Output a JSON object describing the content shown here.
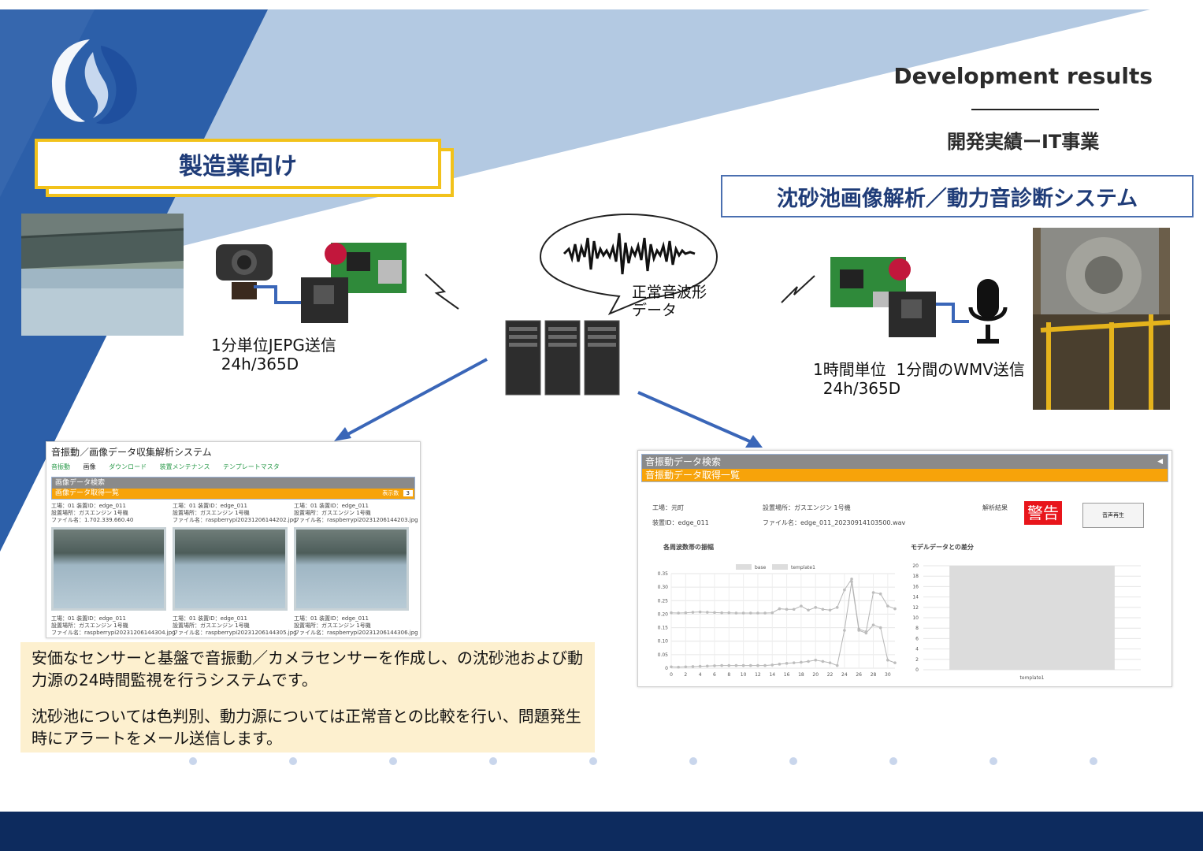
{
  "header": {
    "title_en": "Development results",
    "title_jp": "開発実績ーIT事業"
  },
  "manufacturing_label": "製造業向け",
  "system_title": "沈砂池画像解析／動力音診断システム",
  "left_caption": "1分単位JEPG送信\n  24h/365D",
  "right_caption": "1時間単位  1分間のWMV送信\n  24h/365D",
  "bubble_text": "正常音波形\nデータ",
  "app_left": {
    "title": "音振動／画像データ収集解析システム",
    "nav": [
      "音振動",
      "画像",
      "ダウンロード",
      "装置メンテナンス",
      "テンプレートマスタ"
    ],
    "search_bar": "画像データ検索",
    "list_bar": "画像データ取得一覧",
    "display_count_label": "表示数",
    "display_count_value": "3",
    "cards_top": [
      {
        "l1": "工場：01    装置ID：edge_011",
        "l2": "設置場所：ガスエンジン  1号機",
        "l3": "ファイル名：1.702.339.660.40"
      },
      {
        "l1": "工場：01    装置ID：edge_011",
        "l2": "設置場所：ガスエンジン  1号機",
        "l3": "ファイル名：raspberrypi20231206144202.jpg"
      },
      {
        "l1": "工場：01    装置ID：edge_011",
        "l2": "設置場所：ガスエンジン  1号機",
        "l3": "ファイル名：raspberrypi20231206144203.jpg"
      }
    ],
    "cards_bottom": [
      {
        "l1": "工場：01    装置ID：edge_011",
        "l2": "設置場所：ガスエンジン  1号機",
        "l3": "ファイル名：raspberrypi20231206144304.jpg"
      },
      {
        "l1": "工場：01    装置ID：edge_011",
        "l2": "設置場所：ガスエンジン  1号機",
        "l3": "ファイル名：raspberrypi20231206144305.jpg"
      },
      {
        "l1": "工場：01    装置ID：edge_011",
        "l2": "設置場所：ガスエンジン  1号機",
        "l3": "ファイル名：raspberrypi20231206144306.jpg"
      }
    ]
  },
  "app_right": {
    "search_bar": "音振動データ検索",
    "list_bar": "音振動データ取得一覧",
    "factory": "工場：元町",
    "device": "装置ID：edge_011",
    "location": "設置場所：ガスエンジン  1号機",
    "file": "ファイル名：edge_011_20230914103500.wav",
    "result_label": "解析結果",
    "warning": "警告",
    "play_button": "音声再生",
    "chart1_title": "各周波数帯の振幅",
    "chart2_title": "モデルデータとの差分"
  },
  "note": {
    "p1": "安価なセンサーと基盤で音振動／カメラセンサーを作成し、の沈砂池および動力源の24時間監視を行うシステムです。",
    "p2": "沈砂池については色判別、動力源については正常音との比較を行い、問題発生時にアラートをメール送信します。"
  },
  "colors": {
    "navy": "#0d2b5e",
    "accent_yellow": "#f2c21b",
    "orange": "#f7a30a",
    "arrow_blue": "#3a66b8",
    "warning_red": "#e8151b"
  },
  "chart_data": [
    {
      "type": "line",
      "title": "各周波数帯の振幅",
      "x": [
        0,
        1,
        2,
        3,
        4,
        5,
        6,
        7,
        8,
        9,
        10,
        11,
        12,
        13,
        14,
        15,
        16,
        17,
        18,
        19,
        20,
        21,
        22,
        23,
        24,
        25,
        26,
        27,
        28,
        29,
        30,
        31
      ],
      "xticks": [
        "0",
        "2",
        "4",
        "6",
        "8",
        "10",
        "12",
        "14",
        "16",
        "18",
        "20",
        "22",
        "24",
        "26",
        "28",
        "30"
      ],
      "series": [
        {
          "name": "base",
          "values": [
            0.205,
            0.204,
            0.205,
            0.207,
            0.208,
            0.207,
            0.206,
            0.205,
            0.205,
            0.204,
            0.204,
            0.204,
            0.204,
            0.204,
            0.205,
            0.22,
            0.218,
            0.218,
            0.23,
            0.215,
            0.225,
            0.218,
            0.215,
            0.225,
            0.29,
            0.33,
            0.145,
            0.135,
            0.28,
            0.275,
            0.23,
            0.22
          ]
        },
        {
          "name": "template1",
          "values": [
            0.005,
            0.004,
            0.005,
            0.006,
            0.007,
            0.008,
            0.009,
            0.01,
            0.01,
            0.01,
            0.01,
            0.01,
            0.01,
            0.01,
            0.012,
            0.015,
            0.018,
            0.02,
            0.022,
            0.025,
            0.03,
            0.025,
            0.02,
            0.01,
            0.14,
            0.32,
            0.14,
            0.13,
            0.16,
            0.15,
            0.03,
            0.02
          ]
        }
      ],
      "yticks": [
        "0",
        "0.05",
        "0.10",
        "0.15",
        "0.20",
        "0.25",
        "0.30",
        "0.35"
      ],
      "ylim": [
        0,
        0.35
      ],
      "legend": "top"
    },
    {
      "type": "bar",
      "title": "モデルデータとの差分",
      "categories": [
        "template1"
      ],
      "values": [
        20
      ],
      "yticks": [
        "0",
        "2",
        "4",
        "6",
        "8",
        "10",
        "12",
        "14",
        "16",
        "18",
        "20"
      ],
      "ylim": [
        0,
        20
      ]
    }
  ]
}
